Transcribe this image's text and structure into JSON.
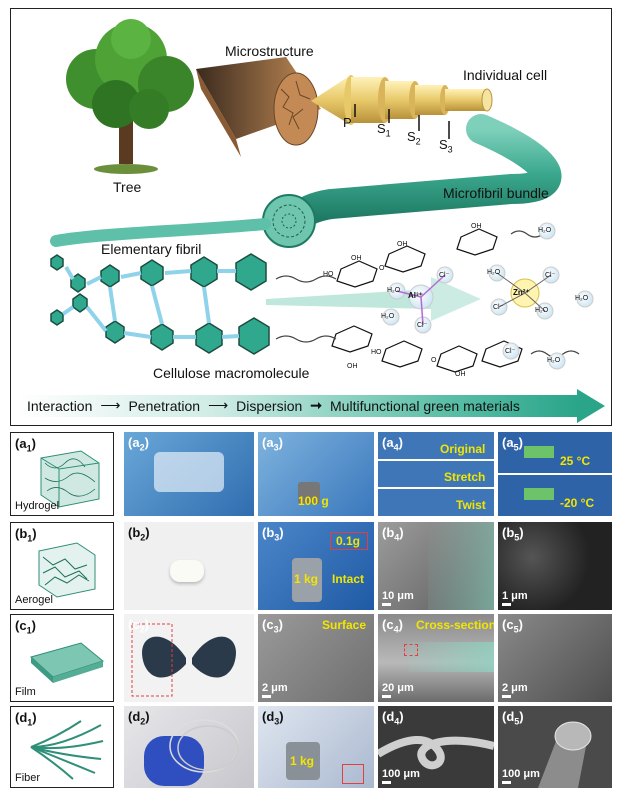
{
  "top": {
    "microstructure": "Microstructure",
    "individual_cell": "Individual cell",
    "tree": "Tree",
    "microfibril_bundle": "Microfibril bundle",
    "elementary_fibril": "Elementary fibril",
    "cellulose_macromolecule": "Cellulose macromolecule",
    "layers": {
      "p": "P",
      "s1": "S",
      "s1_sub": "1",
      "s2": "S",
      "s2_sub": "2",
      "s3": "S",
      "s3_sub": "3"
    },
    "chem": {
      "h2o": "H₂O",
      "oh": "OH",
      "ho": "HO",
      "o": "O",
      "cl": "Cl⁻",
      "al": "Al³⁺",
      "zn": "Zn²⁺"
    },
    "flow": {
      "step1": "Interaction",
      "step2": "Penetration",
      "step3": "Dispersion",
      "step4": "Multifunctional green materials"
    }
  },
  "grid": {
    "a1": {
      "tag": "(a",
      "sub": "1",
      "name": "Hydrogel"
    },
    "a2": {
      "tag": "(a",
      "sub": "2"
    },
    "a3": {
      "tag": "(a",
      "sub": "3",
      "weight": "100 g"
    },
    "a4": {
      "tag": "(a",
      "sub": "4",
      "original": "Original",
      "stretch": "Stretch",
      "twist": "Twist"
    },
    "a5": {
      "tag": "(a",
      "sub": "5",
      "t_hot": "25 °C",
      "t_cold": "-20 °C"
    },
    "b1": {
      "tag": "(b",
      "sub": "1",
      "name": "Aerogel"
    },
    "b2": {
      "tag": "(b",
      "sub": "2"
    },
    "b3": {
      "tag": "(b",
      "sub": "3",
      "mass": "0.1g",
      "weight": "1 kg",
      "intact": "Intact"
    },
    "b4": {
      "tag": "(b",
      "sub": "4",
      "scale": "10 μm"
    },
    "b5": {
      "tag": "(b",
      "sub": "5",
      "scale": "1 μm"
    },
    "c1": {
      "tag": "(c",
      "sub": "1",
      "name": "Film"
    },
    "c2": {
      "tag": "(c",
      "sub": "2"
    },
    "c3": {
      "tag": "(c",
      "sub": "3",
      "surface": "Surface",
      "scale": "2 μm"
    },
    "c4": {
      "tag": "(c",
      "sub": "4",
      "cross": "Cross-section",
      "scale": "20 μm"
    },
    "c5": {
      "tag": "(c",
      "sub": "5",
      "scale": "2 μm"
    },
    "d1": {
      "tag": "(d",
      "sub": "1",
      "name": "Fiber"
    },
    "d2": {
      "tag": "(d",
      "sub": "2"
    },
    "d3": {
      "tag": "(d",
      "sub": "3",
      "weight": "1 kg"
    },
    "d4": {
      "tag": "(d",
      "sub": "4",
      "scale": "100 μm"
    },
    "d5": {
      "tag": "(d",
      "sub": "5",
      "scale": "100 μm"
    }
  },
  "colors": {
    "teal": "#2f9e84",
    "light_teal": "#8fd3c1",
    "bark": "#b07a4a",
    "gold": "#e8c96a",
    "label_yellow": "#f2e600"
  }
}
